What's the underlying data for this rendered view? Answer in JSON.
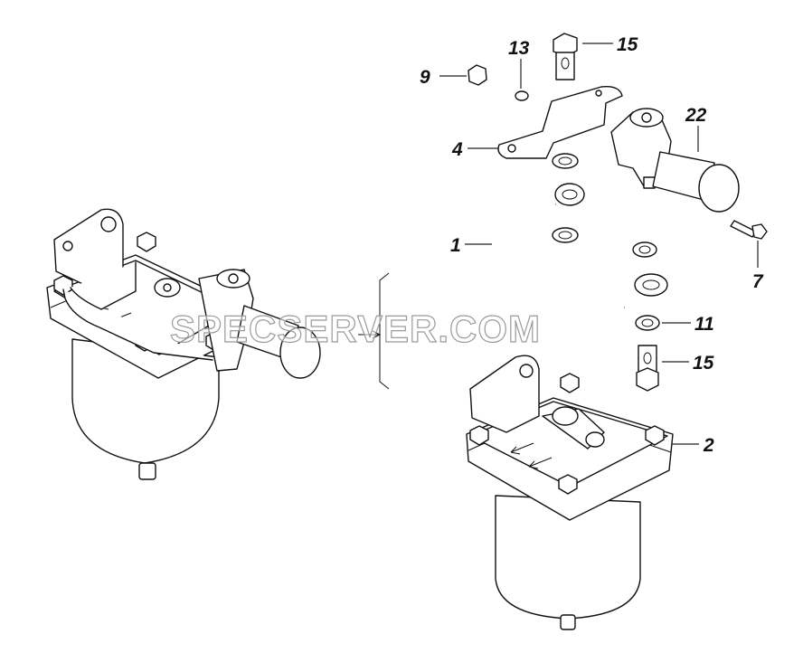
{
  "watermark": "SPECSERVER.COM",
  "callouts": [
    {
      "id": "c9",
      "text": "9"
    },
    {
      "id": "c13",
      "text": "13"
    },
    {
      "id": "c15a",
      "text": "15"
    },
    {
      "id": "c4",
      "text": "4"
    },
    {
      "id": "c22",
      "text": "22"
    },
    {
      "id": "c1",
      "text": "1"
    },
    {
      "id": "c7",
      "text": "7"
    },
    {
      "id": "c11",
      "text": "11"
    },
    {
      "id": "c15b",
      "text": "15"
    },
    {
      "id": "c2",
      "text": "2"
    }
  ]
}
